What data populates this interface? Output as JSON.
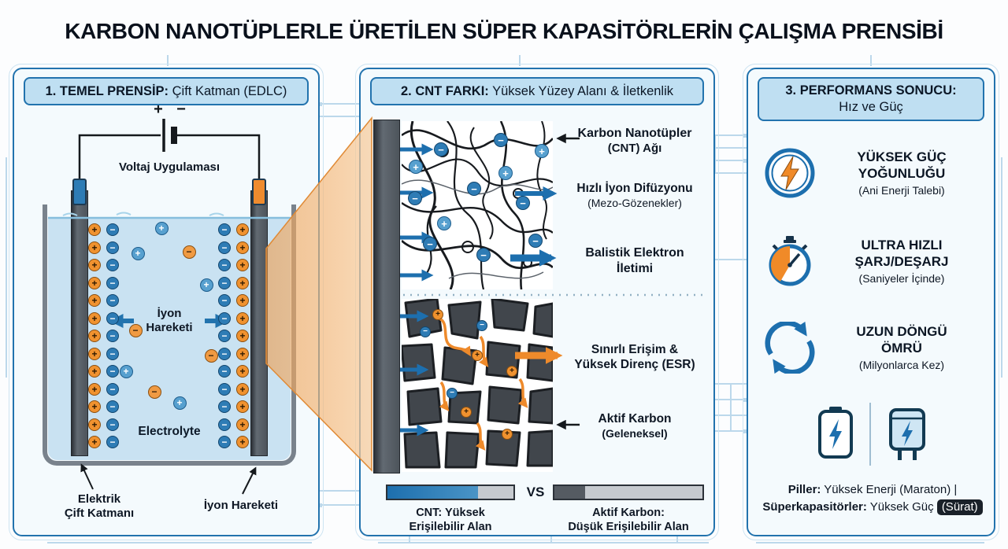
{
  "title": "KARBON NANOTÜPLERLE ÜRETİLEN SÜPER KAPASİTÖRLERİN ÇALIŞMA PRENSİBİ",
  "symbols": {
    "plus": "+",
    "minus": "−"
  },
  "colors": {
    "accent_blue": "#2273ae",
    "orange": "#ef8b2e",
    "header_bg": "#bfdff2",
    "electrolyte": "#c9e2f2",
    "dark_text": "#0e1724",
    "badge_bg": "#1a2129"
  },
  "panel1": {
    "header_bold": "1. TEMEL PRENSİP:",
    "header_rest": " Çift Katman (EDLC)",
    "voltage_label": "Voltaj Uygulaması",
    "ion_center_line1": "İyon",
    "ion_center_line2": "Hareketi",
    "electrolyte_label": "Electrolyte",
    "double_layer_line1": "Elektrik",
    "double_layer_line2": "Çift Katmanı",
    "ion_bottom_label": "İyon Hareketi"
  },
  "panel2": {
    "header_bold": "2. CNT FARKI:",
    "header_rest": " Yüksek Yüzey Alanı & İletkenlik",
    "labels": [
      {
        "line1": "Karbon Nanotüpler",
        "line2": "(CNT) Ağı"
      },
      {
        "line1": "Hızlı İyon Difüzyonu",
        "line2": "(Mezo-Gözenekler)"
      },
      {
        "line1": "Balistik Elektron",
        "line2": "İletimi"
      },
      {
        "line1": "Sınırlı Erişim &",
        "line2": "Yüksek Direnç (ESR)"
      },
      {
        "line1": "Aktif Karbon",
        "line2": "(Geleneksel)"
      }
    ],
    "vs_label": "VS",
    "bar_left_line1": "CNT: Yüksek",
    "bar_left_line2": "Erişilebilir Alan",
    "bar_right_line1": "Aktif Karbon:",
    "bar_right_line2": "Düşük Erişilebilir Alan"
  },
  "panel3": {
    "header_bold": "3. PERFORMANS SONUCU:",
    "header_rest": "Hız ve Güç",
    "items": [
      {
        "line1": "YÜKSEK GÜÇ",
        "line2": "YOĞUNLUĞU",
        "sub": "(Ani Enerji Talebi)"
      },
      {
        "line1": "ULTRA HIZLI",
        "line2": "ŞARJ/DEŞARJ",
        "sub": "(Saniyeler İçinde)"
      },
      {
        "line1": "UZUN DÖNGÜ",
        "line2": "ÖMRÜ",
        "sub": "(Milyonlarca Kez)"
      }
    ],
    "footer": {
      "bold1": "Piller:",
      "text1": " Yüksek Enerji (Maraton) |",
      "bold2": "Süperkapasitörler:",
      "text2": " Yüksek Güç ",
      "badge": "(Sürat)"
    }
  }
}
